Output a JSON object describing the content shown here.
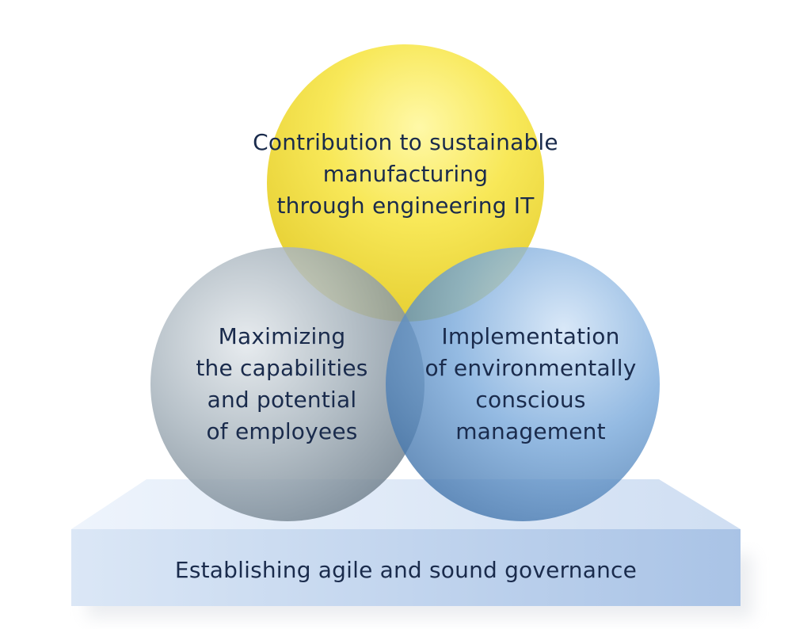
{
  "top_circle": {
    "lines": [
      "Contribution to sustainable",
      "manufacturing",
      "through engineering IT"
    ],
    "color": "#f2e22a"
  },
  "left_circle": {
    "lines": [
      "Maximizing",
      "the capabilities",
      "and potential",
      "of employees"
    ],
    "color": "#7d8c98"
  },
  "right_circle": {
    "lines": [
      "Implementation",
      "of environmentally",
      "conscious",
      "management"
    ],
    "color": "#4f86c0"
  },
  "foundation": {
    "label": "Establishing agile and sound governance",
    "color": "#b6cdea"
  }
}
